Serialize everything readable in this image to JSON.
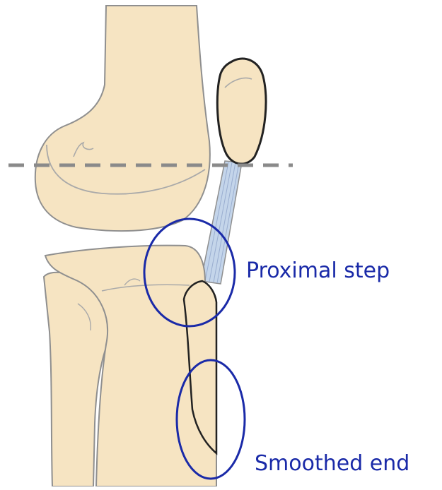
{
  "labels": {
    "proximal_step": "Proximal step",
    "smoothed_end": "Smoothed end"
  },
  "colors": {
    "bone_fill": "#f6e4c2",
    "bone_outline": "#8f8f8f",
    "annotation_blue": "#1a2aa8",
    "ligament_blue": "#c4d5ea",
    "dashed_line": "#8a8a8a",
    "graft_line": "#222222"
  },
  "elements": [
    "femur",
    "patella",
    "patellar-tendon",
    "tibia",
    "fibula",
    "tibial-tubercle-osteotomy",
    "knee-joint-line"
  ]
}
